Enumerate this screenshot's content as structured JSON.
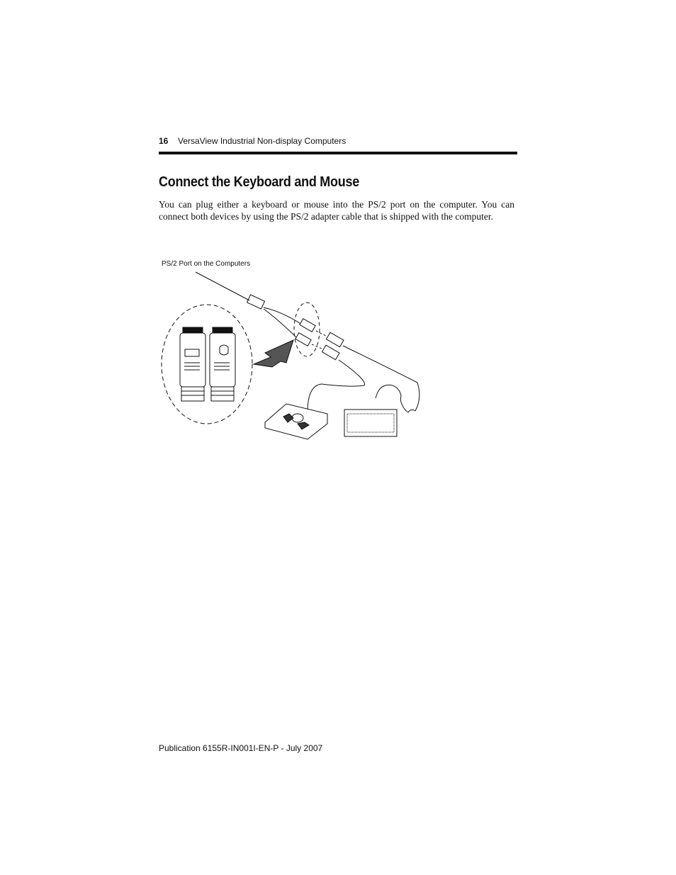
{
  "header": {
    "page_number": "16",
    "running_title": "VersaView Industrial Non-display Computers"
  },
  "section": {
    "title": "Connect the Keyboard and Mouse",
    "body": "You can plug either a keyboard or mouse into the PS/2 port on the computer. You can connect both devices by using the PS/2 adapter cable that is shipped with the computer."
  },
  "figure": {
    "callout": "PS/2 Port on the Computers"
  },
  "footer": {
    "publication": "Publication 6155R-IN001I-EN-P - July 2007"
  }
}
